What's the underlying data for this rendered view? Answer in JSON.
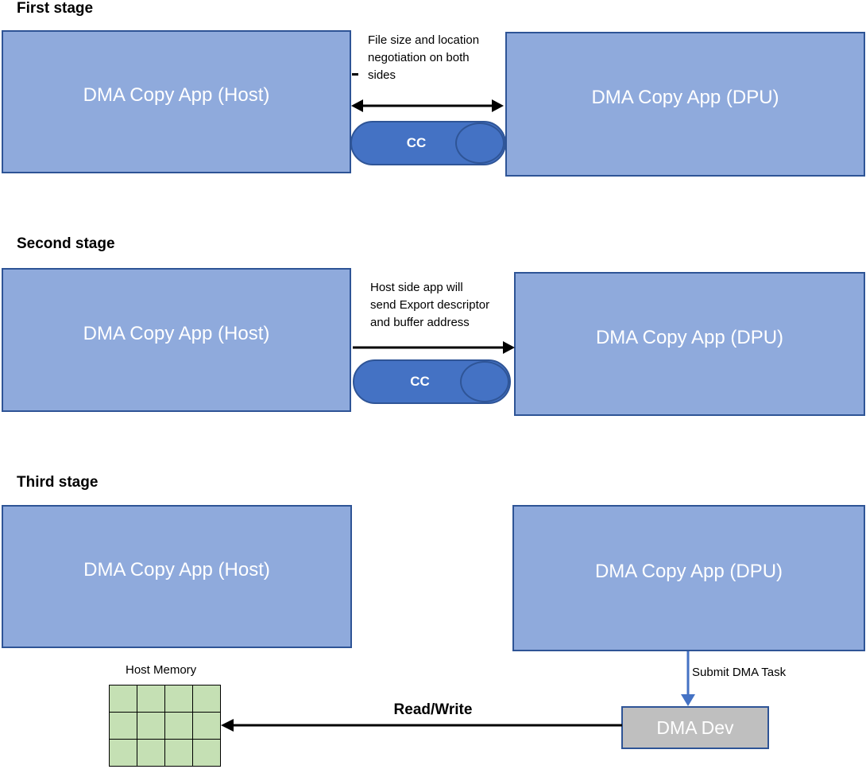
{
  "colors": {
    "box_fill": "#8FAADC",
    "box_border": "#2E5496",
    "pill_fill": "#4472C4",
    "pill_border": "#2F5597",
    "dev_box_fill": "#BFBFBF",
    "memory_cell_fill": "#C5E0B4",
    "submit_arrow": "#4472C4",
    "black_arrow": "#000000",
    "box_text": "#FFFFFF"
  },
  "stage1": {
    "title": "First stage",
    "host_label": "DMA Copy App (Host)",
    "dpu_label": "DMA Copy App (DPU)",
    "annotation": "File size and location\nnegotiation on both\nsides",
    "cc_label": "CC"
  },
  "stage2": {
    "title": "Second stage",
    "host_label": "DMA Copy App (Host)",
    "dpu_label": "DMA Copy App (DPU)",
    "annotation": "Host side app will\nsend Export descriptor\nand buffer address",
    "cc_label": "CC"
  },
  "stage3": {
    "title": "Third stage",
    "host_label": "DMA Copy App (Host)",
    "dpu_label": "DMA Copy App (DPU)",
    "host_memory": {
      "label": "Host Memory",
      "rows": 3,
      "cols": 4
    },
    "submit_label": "Submit DMA Task",
    "dma_dev_label": "DMA Dev",
    "read_write_label": "Read/Write"
  }
}
